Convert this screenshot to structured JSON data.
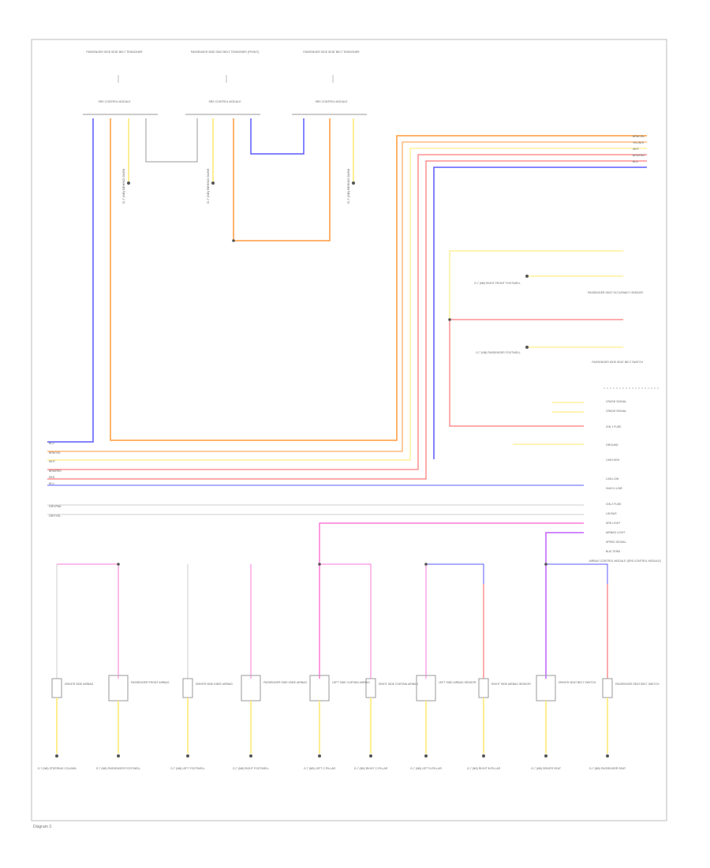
{
  "colors": {
    "blue": "#5b5bff",
    "orange": "#ff9a3c",
    "red": "#ff5a5a",
    "yellow": "#ffe86a",
    "pink": "#ff7ad9",
    "violet": "#c060ff",
    "gray": "#9a9a9a",
    "frame": "#bbbbbb"
  },
  "top_modules": [
    {
      "title": "PASSENGER SIDE SEAT BELT TENSIONER",
      "connector": "SRS CONTROL MODULE"
    },
    {
      "title": "PASSENGER SIDE SEAT BELT TENSIONER (FRONT)",
      "connector": "SRS CONTROL MODULE"
    },
    {
      "title": "PASSENGER SIDE SEAT BELT TENSIONER",
      "connector": "SRS CONTROL MODULE"
    }
  ],
  "top_grounds": [
    "G-7 (NB) BEHIND DASH",
    "G-7 (NB) BEHIND DASH",
    "G-7 (NB) BEHIND DASH"
  ],
  "right_bus_labels": [
    "BRN/YEL",
    "YEL/BLK",
    "WHT",
    "BRN/RED",
    "BLU"
  ],
  "right_components": [
    {
      "name": "PASSENGER SEAT OCCUPANCY SENSOR",
      "ground": "G-7 (NB) RIGHT FRONT FOOTWELL"
    },
    {
      "name": "PASSENGER SIDE SEAT BELT SWITCH",
      "ground": "G-7 (NB) PASSENGER FOOTWELL"
    }
  ],
  "connector_labels": [
    "CRASH SIGNAL",
    "CRASH SIGNAL",
    "IGN 1 FUSE",
    "GROUND",
    "CAN HIGH",
    "CAN LOW",
    "DIAG K-LINE",
    "IGN 2 FUSE",
    "LIN BUS",
    "SRS LIGHT",
    "AIRBAG LIGHT",
    "SPEED SIGNAL",
    "BUS TERM"
  ],
  "airbag_module": "AIRBAG CONTROL MODULE (SRS CONTROL MODULE)",
  "left_bus_labels": [
    "BLU",
    "BRN/YEL",
    "WHT",
    "BRN/RED",
    "RED",
    "BLU"
  ],
  "left_extra_labels": [
    "GRY/PNK",
    "GRY/YEL"
  ],
  "bottom_components": [
    {
      "name": "DRIVER SIDE AIRBAG",
      "ground": "G-7 (NB) STEERING COLUMN"
    },
    {
      "name": "PASSENGER FRONT AIRBAG",
      "ground": "G-7 (NB) PASSENGER FOOTWELL"
    },
    {
      "name": "DRIVER SIDE KNEE AIRBAG",
      "ground": "G-7 (NB) LEFT FOOTWELL"
    },
    {
      "name": "PASSENGER SIDE KNEE AIRBAG",
      "ground": "G-7 (NB) RIGHT FOOTWELL"
    },
    {
      "name": "LEFT SIDE CURTAIN AIRBAG",
      "ground": "G-7 (NB) LEFT C-PILLAR"
    },
    {
      "name": "RIGHT SIDE CURTAIN AIRBAG",
      "ground": "G-7 (NB) RIGHT C-PILLAR"
    },
    {
      "name": "LEFT SIDE AIRBAG SENSOR",
      "ground": "G-7 (NB) LEFT B-PILLAR"
    },
    {
      "name": "RIGHT SIDE AIRBAG SENSOR",
      "ground": "G-7 (NB) RIGHT B-PILLAR"
    },
    {
      "name": "DRIVER SEAT BELT SWITCH",
      "ground": "G-7 (NB) DRIVER SEAT"
    },
    {
      "name": "PASSENGER SEAT BELT SWITCH",
      "ground": "G-7 (NB) PASSENGER SEAT"
    }
  ],
  "footer": "Diagram 3"
}
